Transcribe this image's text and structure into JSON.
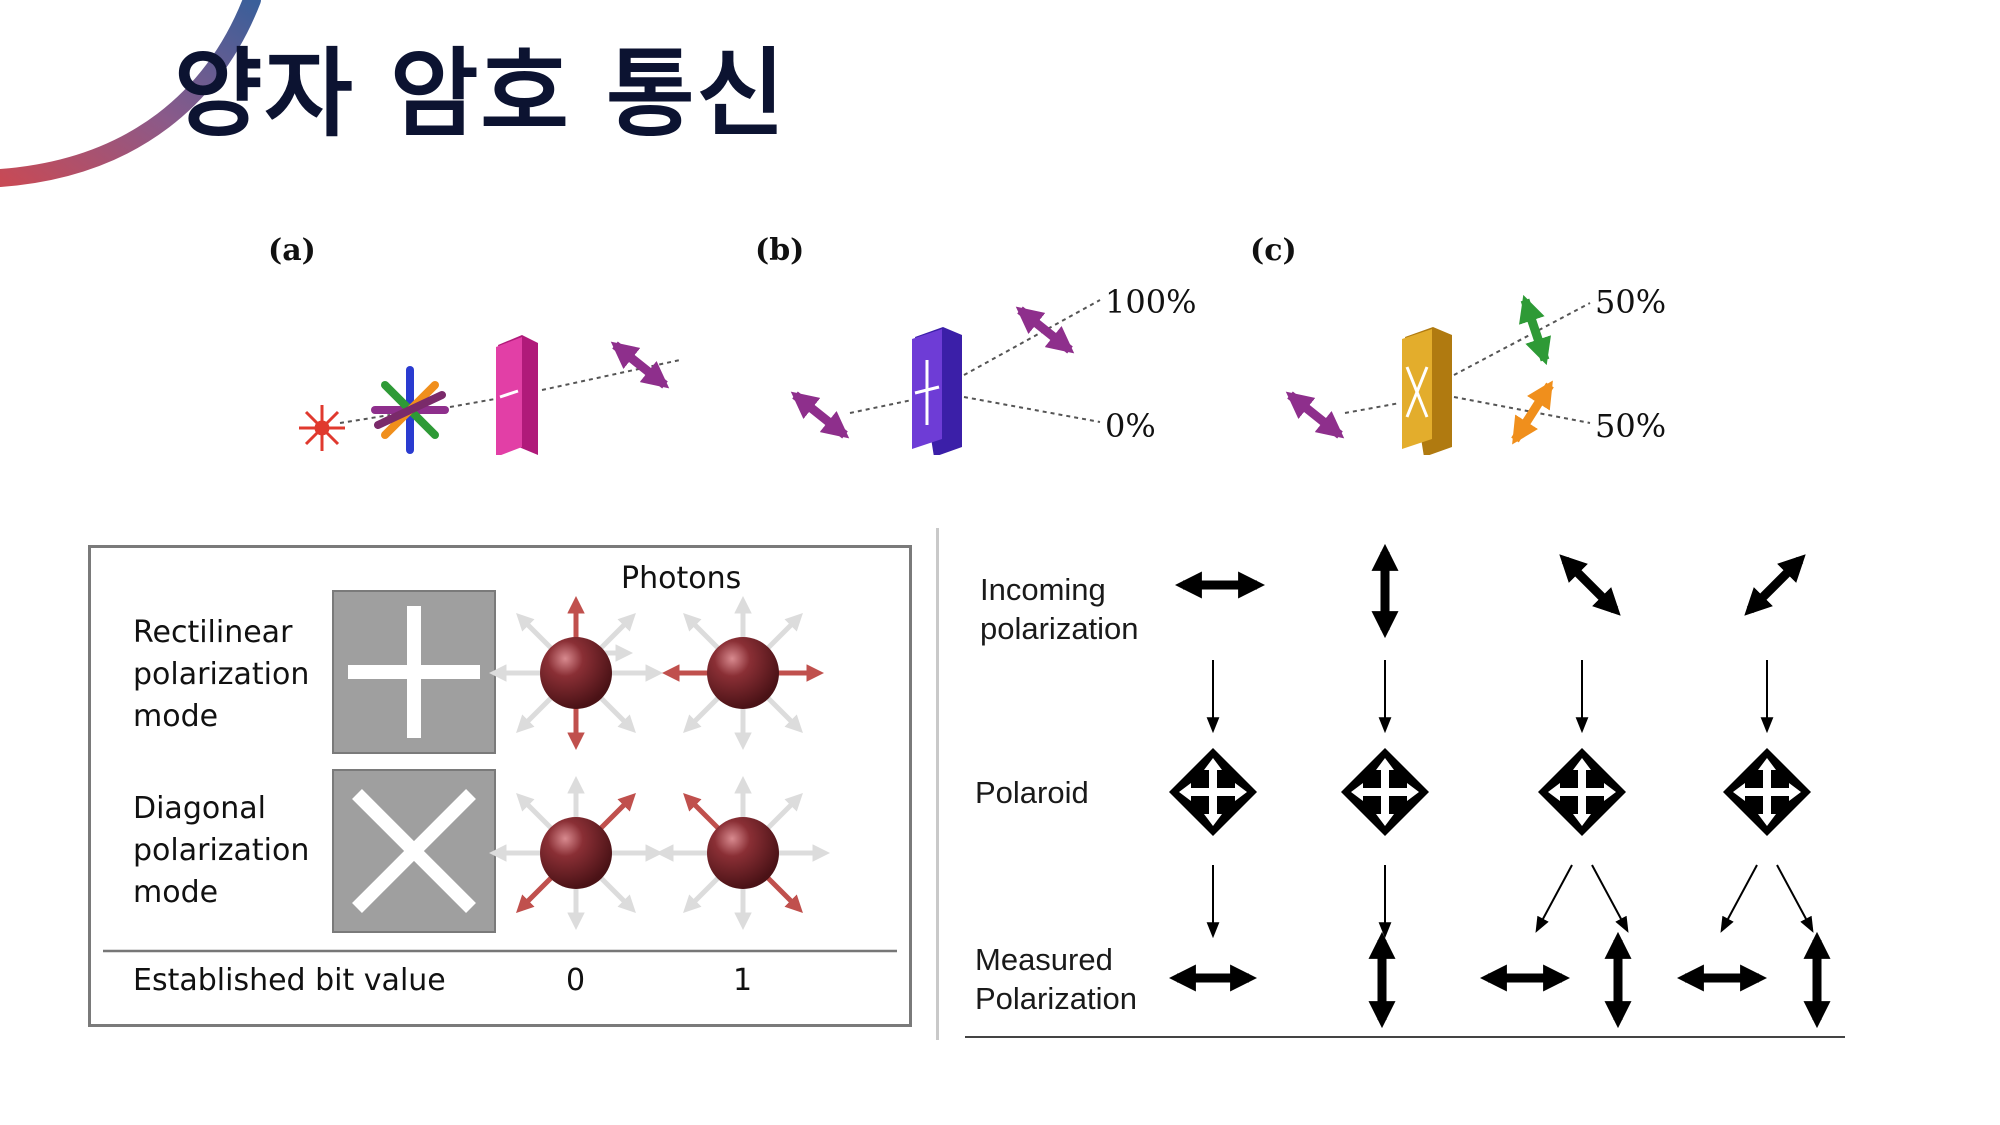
{
  "title": "양자 암호 통신",
  "experiments": {
    "a": {
      "label": "(a)"
    },
    "b": {
      "label": "(b)",
      "out_top": "100%",
      "out_bottom": "0%"
    },
    "c": {
      "label": "(c)",
      "out_top": "50%",
      "out_bottom": "50%"
    }
  },
  "encoding_table": {
    "photons_header": "Photons",
    "rectilinear_mode": [
      "Rectilinear",
      "polarization",
      "mode"
    ],
    "diagonal_mode": [
      "Diagonal",
      "polarization",
      "mode"
    ],
    "bit_value_label": "Established bit value",
    "bit_values": [
      "0",
      "1"
    ]
  },
  "polarization_flow": {
    "incoming_label": [
      "Incoming",
      "polarization"
    ],
    "polaroid_label": "Polaroid",
    "measured_label": [
      "Measured",
      "Polarization"
    ]
  },
  "colors": {
    "title": "#0c1331",
    "accent_arc_start": "#3a5f9a",
    "accent_arc_end": "#c74a56",
    "photon": "#8a2f35",
    "filter_magenta": "#d8309a",
    "filter_purple": "#6e3cd6",
    "filter_gold": "#d9a21e",
    "green": "#2e9a36",
    "orange": "#f08f1c"
  }
}
